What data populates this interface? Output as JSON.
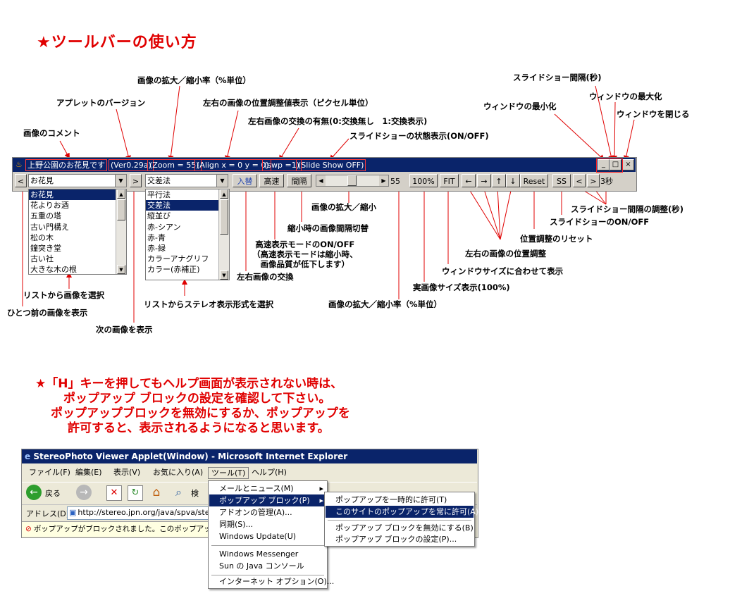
{
  "heading": "★ツールバーの使い方",
  "applet": {
    "title_segments": [
      "上野公園のお花見です",
      "(Ver0.29a)",
      "(Zoom = 55)",
      "(Align x = 0 y = 0)",
      "(swp =1)",
      "(Slide Show OFF)"
    ],
    "prev_button": "<",
    "next_button": ">",
    "image_combo_value": "お花見",
    "stereo_combo_value": "交差法",
    "swap_button": "入替",
    "fast_button": "高速",
    "gap_button": "間隔",
    "zoom_value": "55",
    "actual_size_button": "100%",
    "fit_button": "FIT",
    "arrow_left": "←",
    "arrow_right": "→",
    "arrow_up": "↑",
    "arrow_down": "↓",
    "reset_button": "Reset",
    "slideshow_button": "SS",
    "interval_down": "<",
    "interval_up": ">",
    "interval_value": "3秒",
    "image_list": [
      "お花見",
      "花よりお酒",
      "五重の塔",
      "古い門構え",
      "松の木",
      "鐘突き堂",
      "古い社",
      "大きな木の根"
    ],
    "stereo_list": [
      "平行法",
      "交差法",
      "縦並び",
      "赤-シアン",
      "赤-青",
      "赤-緑",
      "カラーアナグリフ",
      "カラー(赤補正)"
    ],
    "win_minimize": "_",
    "win_maximize": "□",
    "win_close": "×"
  },
  "annotations": {
    "comment": "画像のコメント",
    "version": "アプレットのバージョン",
    "zoom_rate": "画像の拡大／縮小率（%単位）",
    "align": "左右の画像の位置調整値表示（ピクセル単位）",
    "swap_flag": "左右画像の交換の有無(0:交換無し　1:交換表示)",
    "slideshow_state": "スライドショーの状態表示(ON/OFF)",
    "ss_interval": "スライドショー間隔(秒)",
    "minimize": "ウィンドウの最小化",
    "maximize": "ウィンドウの最大化",
    "close": "ウィンドウを閉じる",
    "zoom_slider": "画像の拡大／縮小",
    "gap_toggle": "縮小時の画像間隔切替",
    "fast_mode": "高速表示モードのON/OFF\n（高速表示モードは縮小時、\n画像品質が低下します）",
    "swap_images": "左右画像の交換",
    "zoom_rate2": "画像の拡大／縮小率（%単位）",
    "actual_size": "実画像サイズ表示(100%)",
    "fit_window": "ウィンドウサイズに合わせて表示",
    "position_adjust": "左右の画像の位置調整",
    "position_reset": "位置調整のリセット",
    "ss_onoff": "スライドショーのON/OFF",
    "ss_interval_adjust": "スライドショー間隔の調整(秒)",
    "select_list": "リストから画像を選択",
    "prev_image": "ひとつ前の画像を表示",
    "next_image": "次の画像を表示",
    "stereo_select": "リストからステレオ表示形式を選択"
  },
  "help_text": [
    "★「H」キーを押してもヘルプ画面が表示されない時は、",
    "ポップアップ ブロックの設定を確認して下さい。",
    "ポップアップブロックを無効にするか、ポップアップを",
    "許可すると、表示されるようになると思います。"
  ],
  "ie": {
    "title": "StereoPhoto Viewer Applet(Window) - Microsoft Internet Explorer",
    "menus": [
      "ファイル(F)",
      "編集(E)",
      "表示(V)",
      "お気に入り(A)",
      "ツール(T)",
      "ヘルプ(H)"
    ],
    "back_label": "戻る",
    "search_label": "検",
    "address_label": "アドレス(D)",
    "address_value": "http://stereo.jpn.org/java/spva/ste",
    "infobar": "ポップアップがブロックされました。このポップアップまた(",
    "tools_menu": [
      "メールとニュース(M)",
      "ポップアップ ブロック(P)",
      "アドオンの管理(A)...",
      "同期(S)...",
      "Windows Update(U)",
      "Windows Messenger",
      "Sun の Java コンソール",
      "インターネット オプション(O)..."
    ],
    "popup_submenu": [
      "ポップアップを一時的に許可(T)",
      "このサイトのポップアップを常に許可(A)",
      "ポップアップ ブロックを無効にする(B)",
      "ポップアップ ブロックの設定(P)..."
    ]
  },
  "colors": {
    "accent_red": "#e00000",
    "titlebar_blue": "#0a246a",
    "face_gray": "#d4d0c8"
  }
}
